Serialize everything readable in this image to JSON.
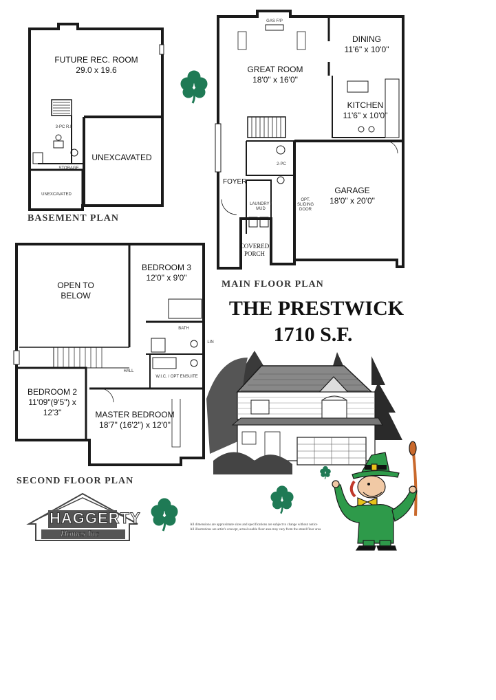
{
  "brochure": {
    "model_name": "THE PRESTWICK",
    "square_feet": "1710 S.F.",
    "disclaimer_line1": "All dimensions are approximate sizes and specifications are subject to change without notice",
    "disclaimer_line2": "All illustrations are artist's concept, actual usable floor area may vary from the stated floor area",
    "builder_logo_main": "HAGGERTY",
    "builder_logo_sub": "Homes Inc"
  },
  "basement": {
    "title": "BASEMENT PLAN",
    "rooms": [
      {
        "name": "FUTURE REC. ROOM",
        "size": "29.0 x 19.6"
      },
      {
        "name": "UNEXCAVATED",
        "size": ""
      }
    ],
    "small_labels": [
      "STORAGE",
      "UNEXCAVATED",
      "3-PC R.I."
    ]
  },
  "main_floor": {
    "title": "MAIN FLOOR PLAN",
    "rooms": [
      {
        "name": "DINING",
        "size": "11'6\" x 10'0\""
      },
      {
        "name": "GREAT ROOM",
        "size": "18'0\" x 16'0\""
      },
      {
        "name": "KITCHEN",
        "size": "11'6\" x 10'0\""
      },
      {
        "name": "GARAGE",
        "size": "18'0\" x 20'0\""
      },
      {
        "name": "FOYER",
        "size": ""
      },
      {
        "name": "COVERED PORCH",
        "size": ""
      }
    ],
    "small_labels": [
      "LAUNDRY / MUD",
      "2-PC",
      "GAS F/P",
      "OPT. SLIDING DOOR"
    ]
  },
  "second_floor": {
    "title": "SECOND FLOOR PLAN",
    "rooms": [
      {
        "name": "OPEN TO BELOW",
        "size": ""
      },
      {
        "name": "BEDROOM 3",
        "size": "12'0\" x 9'0\""
      },
      {
        "name": "BEDROOM 2",
        "size": "11'09\"(9'5\") x 12'3\""
      },
      {
        "name": "MASTER BEDROOM",
        "size": "18'7\" (16'2\") x 12'0\""
      }
    ],
    "small_labels": [
      "BATH",
      "HALL",
      "W.I.C. / OPT ENSUITE",
      "LIN"
    ]
  },
  "colors": {
    "wall": "#1a1a1a",
    "clover": "#1f7a55",
    "leprechaun_green": "#2e9a4a",
    "leprechaun_hat_band": "#e8c21a",
    "staff": "#c9692c",
    "tree": "#2a2a2a"
  },
  "icons": [
    "shamrock-icon",
    "leprechaun-illustration",
    "house-rendering",
    "builder-logo"
  ]
}
